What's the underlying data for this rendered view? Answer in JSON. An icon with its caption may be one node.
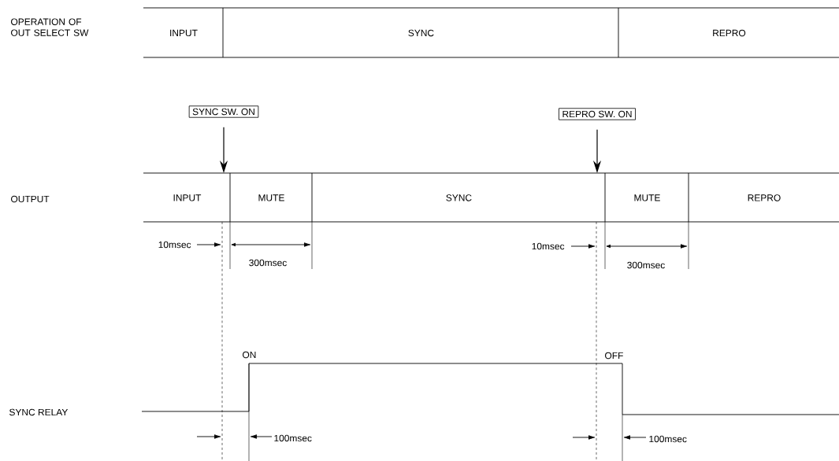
{
  "diagram": {
    "nodes": [
      {
        "text": [
          "INPUT"
        ]
      },
      {
        "text": [
          "SYNC"
        ]
      },
      {
        "text": [
          "REPRO"
        ]
      },
      {
        "text": [
          "SYNC SW. ON"
        ]
      },
      {
        "text": [
          "REPRO SW. ON"
        ]
      },
      {
        "text": [
          "INPUT"
        ]
      },
      {
        "text": [
          "MUTE"
        ]
      },
      {
        "text": [
          "SYNC"
        ]
      },
      {
        "text": [
          "MUTE"
        ]
      },
      {
        "text": [
          "REPRO"
        ]
      }
    ],
    "edges": [
      {
        "from": 3,
        "to": 5,
        "arrow": "to"
      },
      {
        "from": 4,
        "to": 7,
        "arrow": "to"
      }
    ],
    "labels": [
      "OPERATION OF OUT SELECT SW",
      "OUTPUT",
      "10msec",
      "10msec",
      "300msec",
      "300msec",
      "ON",
      "OFF",
      "SYNC RELAY",
      "100msec",
      "100msec"
    ]
  }
}
